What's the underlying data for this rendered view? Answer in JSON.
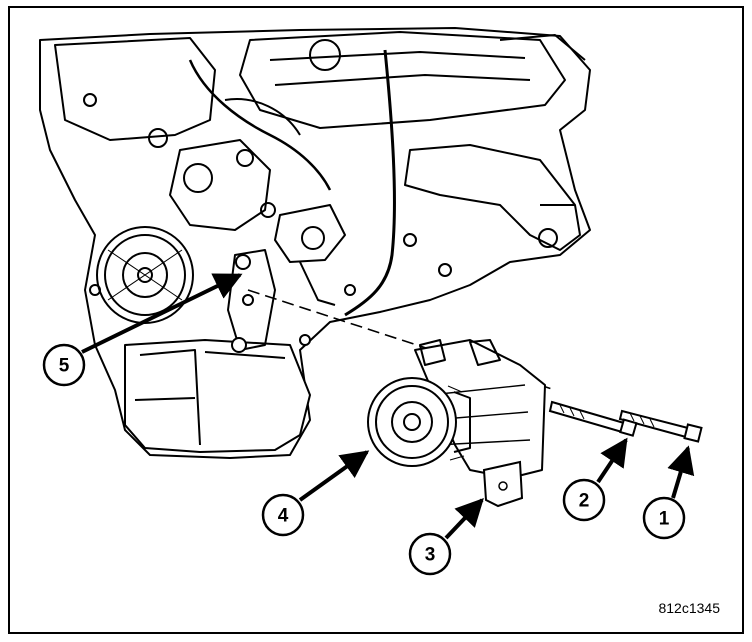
{
  "figure": {
    "id_label": "812c1345",
    "line_color": "#000000",
    "background": "#ffffff",
    "callouts": [
      {
        "number": "1",
        "part": "bolt"
      },
      {
        "number": "2",
        "part": "bolt"
      },
      {
        "number": "3",
        "part": "bracket"
      },
      {
        "number": "4",
        "part": "a/c compressor"
      },
      {
        "number": "5",
        "part": "mounting point"
      }
    ]
  }
}
